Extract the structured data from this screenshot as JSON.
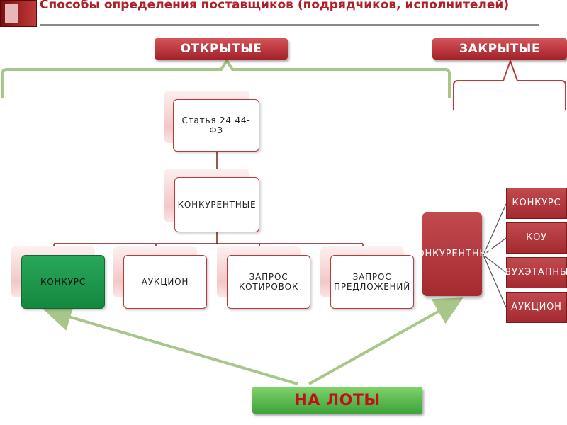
{
  "header": {
    "title": "Способы определения поставщиков (подрядчиков, исполнителей)"
  },
  "diagram": {
    "open_label": "ОТКРЫТЫЕ",
    "closed_label": "ЗАКРЫТЫЕ",
    "root_label": "Статья 24 44-ФЗ",
    "competitive_label": "КОНКУРЕНТНЫЕ",
    "methods": [
      {
        "label": "КОНКУРС"
      },
      {
        "label": "АУКЦИОН"
      },
      {
        "label": "ЗАПРОС КОТИРОВОК"
      },
      {
        "label": "ЗАПРОС ПРЕДЛОЖЕНИЙ"
      }
    ],
    "closed_competitive_label": "КОНКУРЕНТНЫЕ",
    "closed_methods": [
      {
        "label": "КОНКУРС"
      },
      {
        "label": "КОУ"
      },
      {
        "label": "ДВУХЭТАПНЫЙ"
      },
      {
        "label": "АУКЦИОН"
      }
    ],
    "lots_label": "НА ЛОТЫ"
  },
  "colors": {
    "accent_red": "#b0202a",
    "green_box": "#1f9a4e",
    "bracket_green": "#a8c58a"
  }
}
